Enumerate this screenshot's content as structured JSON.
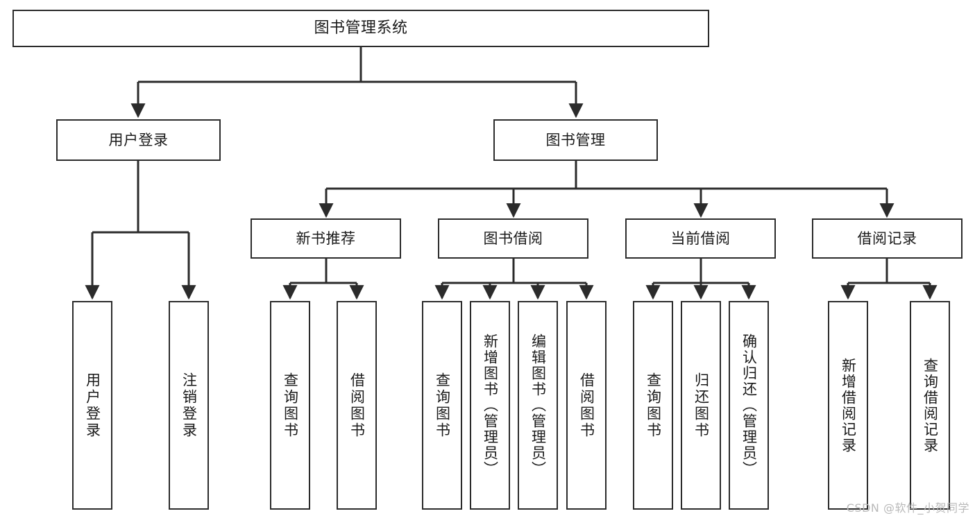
{
  "diagram": {
    "title": "图书管理系统",
    "root": {
      "label": "图书管理系统"
    },
    "level1": [
      {
        "label": "用户登录"
      },
      {
        "label": "图书管理"
      }
    ],
    "level2": [
      {
        "label": "新书推荐"
      },
      {
        "label": "图书借阅"
      },
      {
        "label": "当前借阅"
      },
      {
        "label": "借阅记录"
      }
    ],
    "leaves": {
      "user_login": [
        {
          "label": "用户登录"
        },
        {
          "label": "注销登录"
        }
      ],
      "new_book_recommend": [
        {
          "label": "查询图书"
        },
        {
          "label": "借阅图书"
        }
      ],
      "book_borrow": [
        {
          "label": "查询图书"
        },
        {
          "label": "新增图书（管理员）"
        },
        {
          "label": "编辑图书（管理员）"
        },
        {
          "label": "借阅图书"
        }
      ],
      "current_borrow": [
        {
          "label": "查询图书"
        },
        {
          "label": "归还图书"
        },
        {
          "label": "确认归还（管理员）"
        }
      ],
      "borrow_record": [
        {
          "label": "新增借阅记录"
        },
        {
          "label": "查询借阅记录"
        }
      ]
    }
  },
  "watermark": {
    "text": "CSDN @软件_小贺同学"
  },
  "colors": {
    "stroke": "#2b2b2b",
    "fill": "#ffffff",
    "text": "#1a1a1a",
    "watermark": "#b9b9b9"
  }
}
